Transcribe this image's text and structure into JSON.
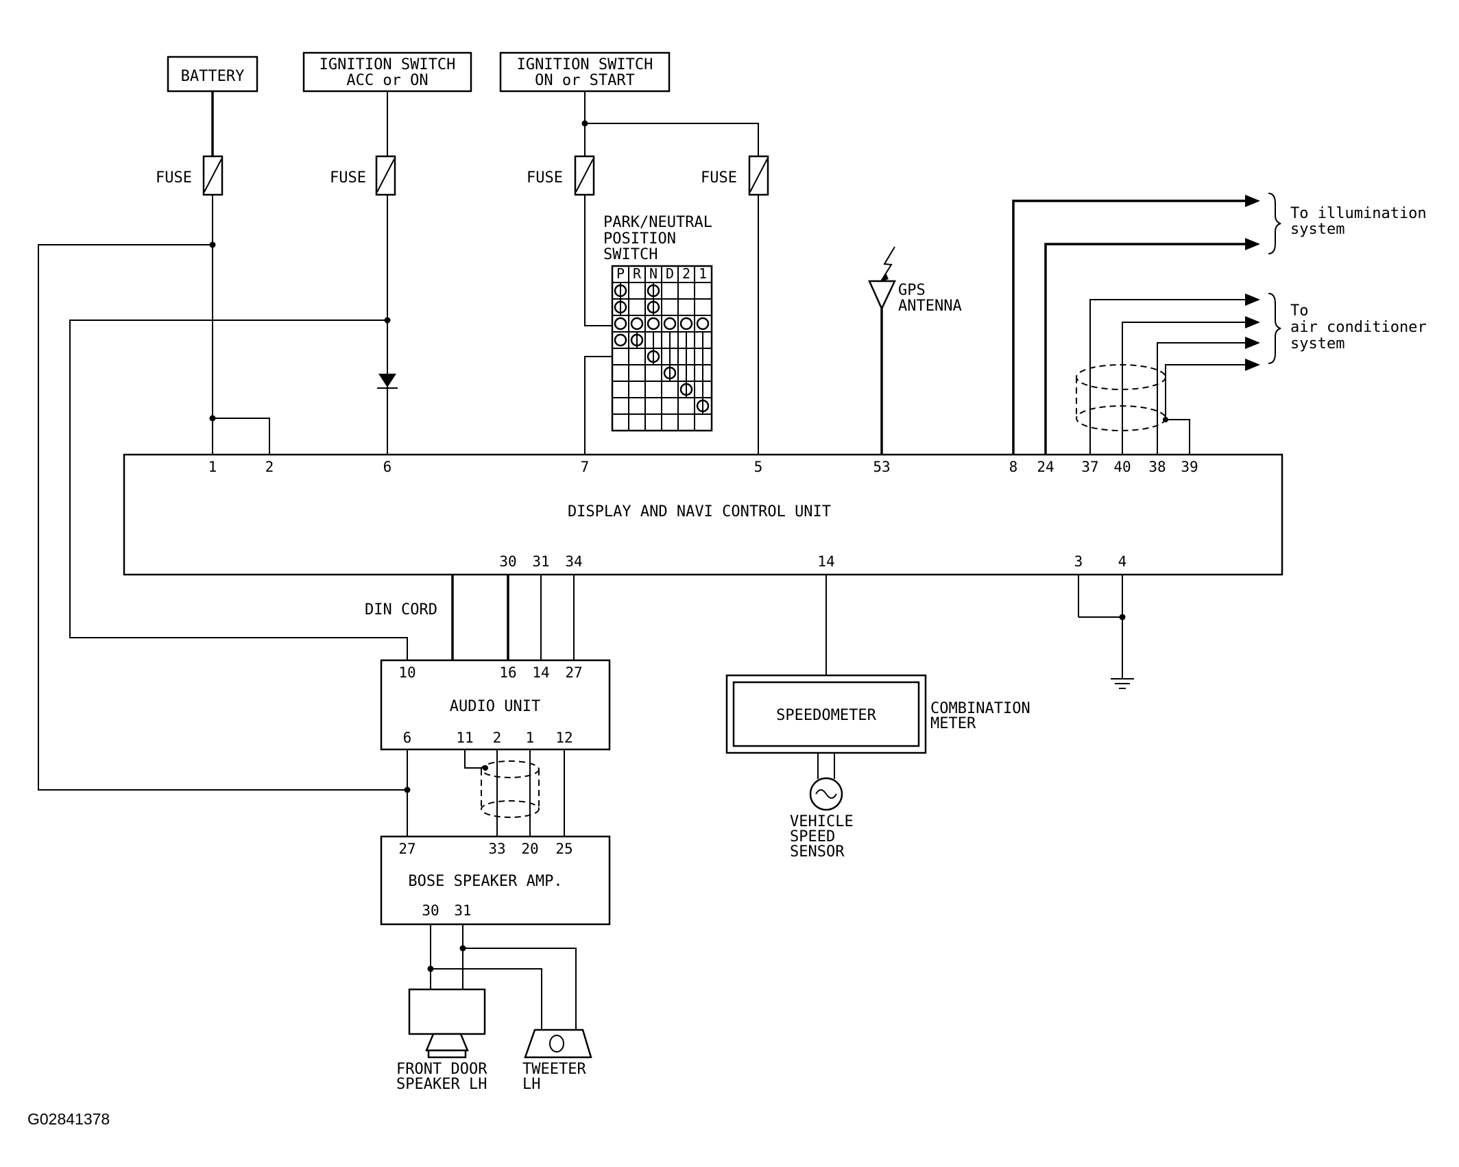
{
  "sources": {
    "battery": "BATTERY",
    "ign_acc_line1": "IGNITION SWITCH",
    "ign_acc_line2": "ACC or ON",
    "ign_on_line1": "IGNITION SWITCH",
    "ign_on_line2": "ON or START"
  },
  "fuse_label": "FUSE",
  "pnp_switch": {
    "line1": "PARK/NEUTRAL",
    "line2": "POSITION",
    "line3": "SWITCH",
    "columns": [
      "P",
      "R",
      "N",
      "D",
      "2",
      "1"
    ]
  },
  "gps": {
    "line1": "GPS",
    "line2": "ANTENNA"
  },
  "illumination": {
    "line1": "To illumination",
    "line2": "system"
  },
  "aircon": {
    "line1": "To",
    "line2": "air conditioner",
    "line3": "system"
  },
  "navi_unit": {
    "name": "DISPLAY AND NAVI CONTROL UNIT",
    "top_pins": [
      "1",
      "2",
      "6",
      "7",
      "5",
      "53",
      "8",
      "24",
      "37",
      "40",
      "38",
      "39"
    ],
    "bottom_pins": [
      "30",
      "31",
      "34",
      "14",
      "3",
      "4"
    ]
  },
  "din_cord": "DIN CORD",
  "audio_unit": {
    "name": "AUDIO UNIT",
    "top_pins": [
      "10",
      "16",
      "14",
      "27"
    ],
    "bottom_pins": [
      "6",
      "11",
      "2",
      "1",
      "12"
    ]
  },
  "amp": {
    "name": "BOSE SPEAKER AMP.",
    "top_pins": [
      "27",
      "33",
      "20",
      "25"
    ],
    "bottom_pins": [
      "30",
      "31"
    ]
  },
  "combination_meter": {
    "inner": "SPEEDOMETER",
    "line1": "COMBINATION",
    "line2": "METER"
  },
  "vss": {
    "line1": "VEHICLE",
    "line2": "SPEED",
    "line3": "SENSOR"
  },
  "front_speaker": {
    "line1": "FRONT DOOR",
    "line2": "SPEAKER LH"
  },
  "tweeter": {
    "line1": "TWEETER",
    "line2": "LH"
  },
  "figure_code": "G02841378"
}
